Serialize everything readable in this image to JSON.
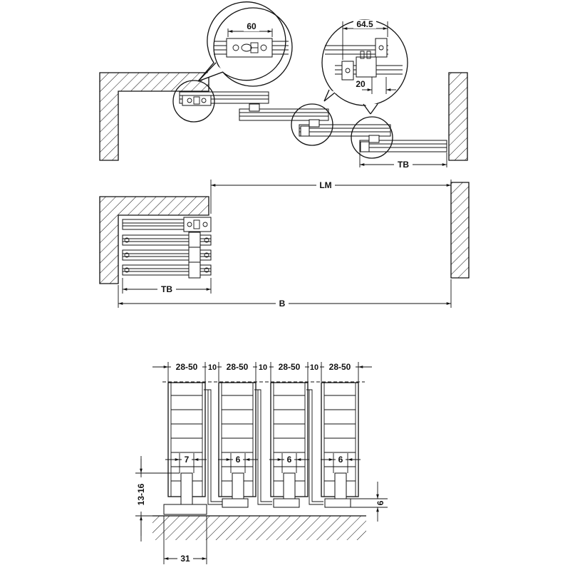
{
  "top_view": {
    "detail_width": "60",
    "detail_offset": "64.5",
    "detail_depth": "20",
    "tb_label": "TB"
  },
  "plan_view": {
    "lm_label": "LM",
    "tb_label": "TB",
    "b_label": "B"
  },
  "section_view": {
    "panel_width": "28-50",
    "gap": "10",
    "first_offset": "7",
    "other_offset": "6",
    "height_label": "13-16",
    "rail_height": "6",
    "base_width": "31"
  }
}
